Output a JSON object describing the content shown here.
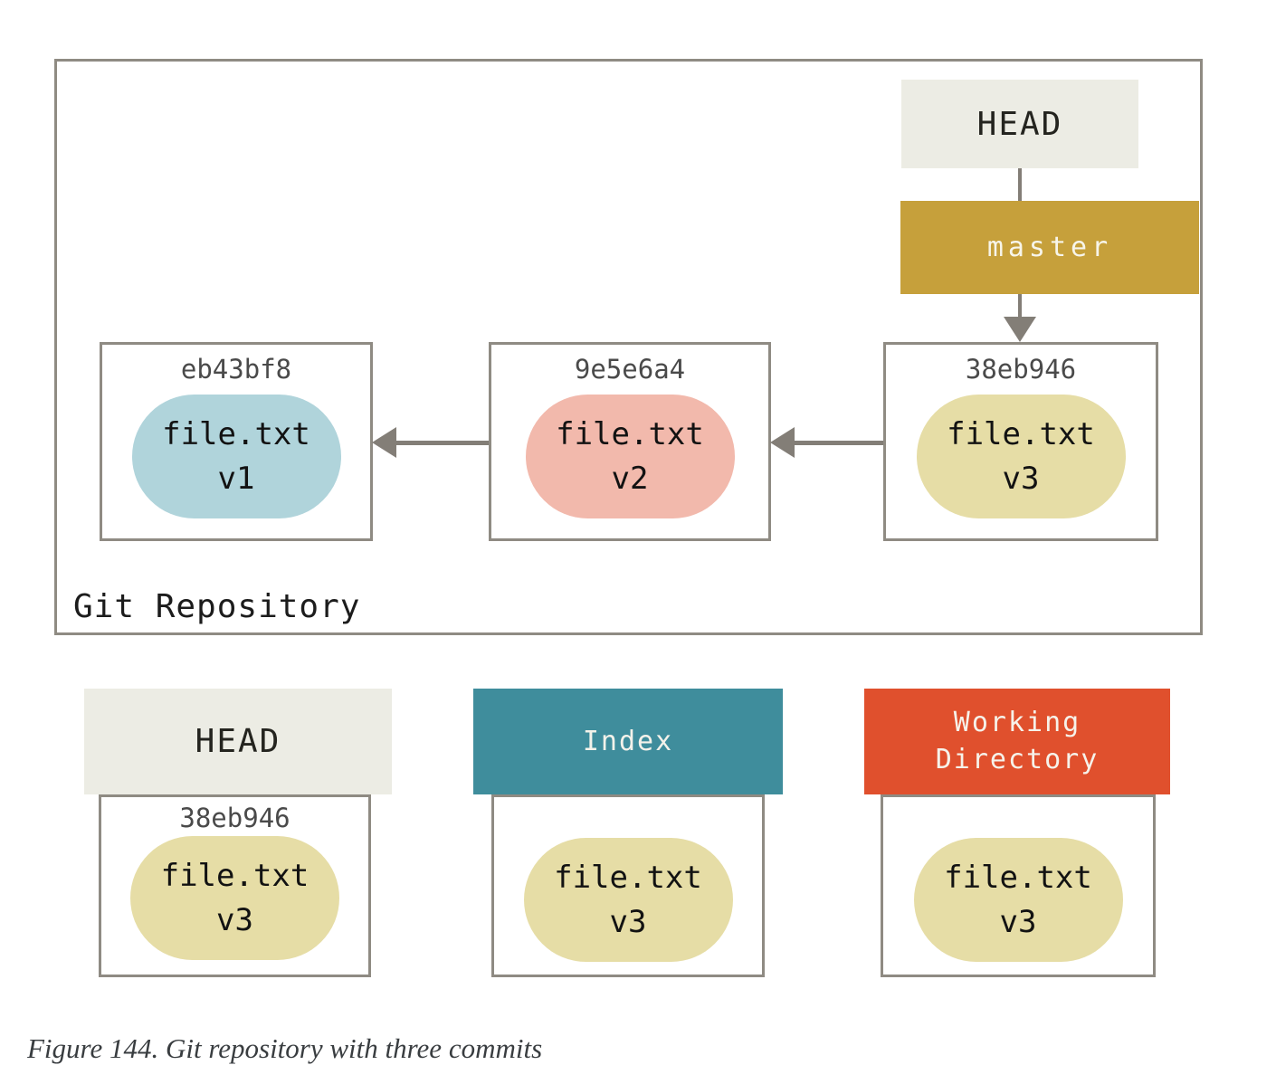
{
  "figure": {
    "caption": "Figure 144. Git repository with three commits"
  },
  "repo": {
    "label": "Git Repository",
    "head": {
      "label": "HEAD"
    },
    "branch": {
      "label": "master"
    },
    "commits": [
      {
        "hash": "eb43bf8",
        "file": "file.txt",
        "version": "v1"
      },
      {
        "hash": "9e5e6a4",
        "file": "file.txt",
        "version": "v2"
      },
      {
        "hash": "38eb946",
        "file": "file.txt",
        "version": "v3"
      }
    ]
  },
  "areas": {
    "head": {
      "title": "HEAD",
      "hash": "38eb946",
      "file": "file.txt",
      "version": "v3"
    },
    "index": {
      "title": "Index",
      "file": "file.txt",
      "version": "v3"
    },
    "working_directory": {
      "title": "Working Directory",
      "file": "file.txt",
      "version": "v3"
    }
  },
  "colors": {
    "header-gray": "#ecece4",
    "branch-gold": "#c6a03b",
    "index-teal": "#3f8d9c",
    "workdir-red": "#e0502d",
    "blob-blue": "#b0d4db",
    "blob-pink": "#f2b9ac",
    "blob-yellow": "#e6dda6",
    "box-border": "#8f8b83",
    "arrow-gray": "#837e77"
  }
}
